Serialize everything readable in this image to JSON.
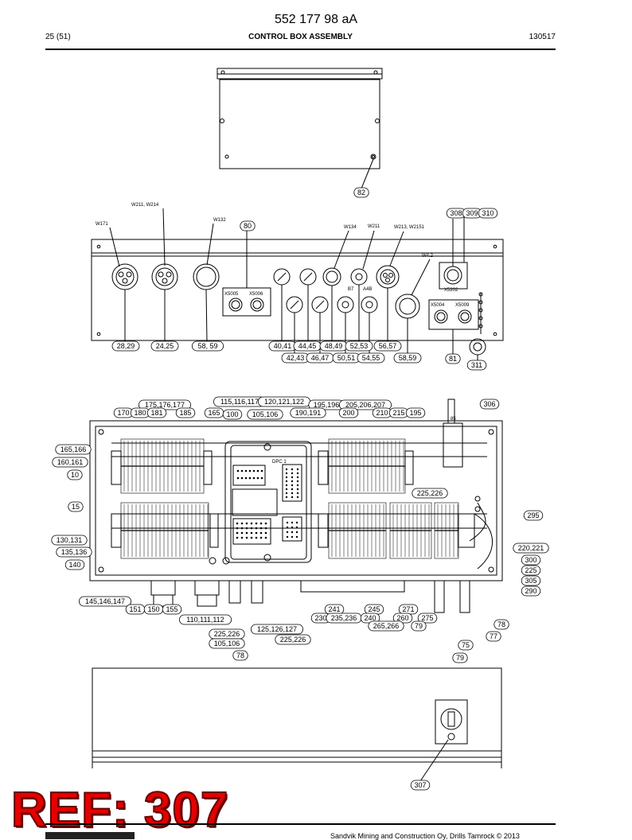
{
  "header": {
    "doc_number": "552 177 98 aA",
    "page": "25 (51)",
    "title": "CONTROL BOX ASSEMBLY",
    "date": "130517"
  },
  "panels": {
    "front": {
      "cable_labels": [
        "W171",
        "W211, W214",
        "W132",
        "W134",
        "W211",
        "W213, W2151",
        "W4.2"
      ],
      "connector_labels": [
        "X5005",
        "X5006",
        "X5004",
        "X5009",
        "X5202"
      ],
      "small_labels": [
        "B7",
        "A4B"
      ],
      "callouts": [
        "80",
        "308",
        "309",
        "310",
        "28,29",
        "24,25",
        "58, 59",
        "40,41",
        "44,45",
        "48,49",
        "52,53",
        "56,57",
        "42,43",
        "46,47",
        "50,51",
        "54,55",
        "58,59",
        "81",
        "311"
      ]
    },
    "top_cover": {
      "callouts": [
        "82"
      ]
    },
    "interior": {
      "component_labels": [
        "85",
        "DPC 1"
      ],
      "callouts": [
        "306",
        "175,176,177",
        "115,116,117",
        "120,121,122",
        "195,196",
        "205,206,207",
        "170",
        "180",
        "181",
        "185",
        "165",
        "100",
        "105,106",
        "190,191",
        "200",
        "210",
        "215",
        "195",
        "165,166",
        "160,161",
        "10",
        "15",
        "225,226",
        "130,131",
        "135,136",
        "140",
        "295",
        "220,221",
        "300",
        "225",
        "305",
        "290",
        "145,146,147",
        "151",
        "150",
        "155",
        "241",
        "245",
        "271",
        "230",
        "235,236",
        "240",
        "260",
        "275",
        "110,111,112",
        "78",
        "125,126,127",
        "225,226",
        "265,266",
        "79",
        "77",
        "225,226",
        "75",
        "105,106",
        "78",
        "79"
      ]
    },
    "bottom": {
      "callouts": [
        "307"
      ]
    }
  },
  "ref_stamp": "REF: 307",
  "footer": {
    "copyright": "Sandvik Mining and Construction Oy, Drills Tamrock © 2013"
  }
}
